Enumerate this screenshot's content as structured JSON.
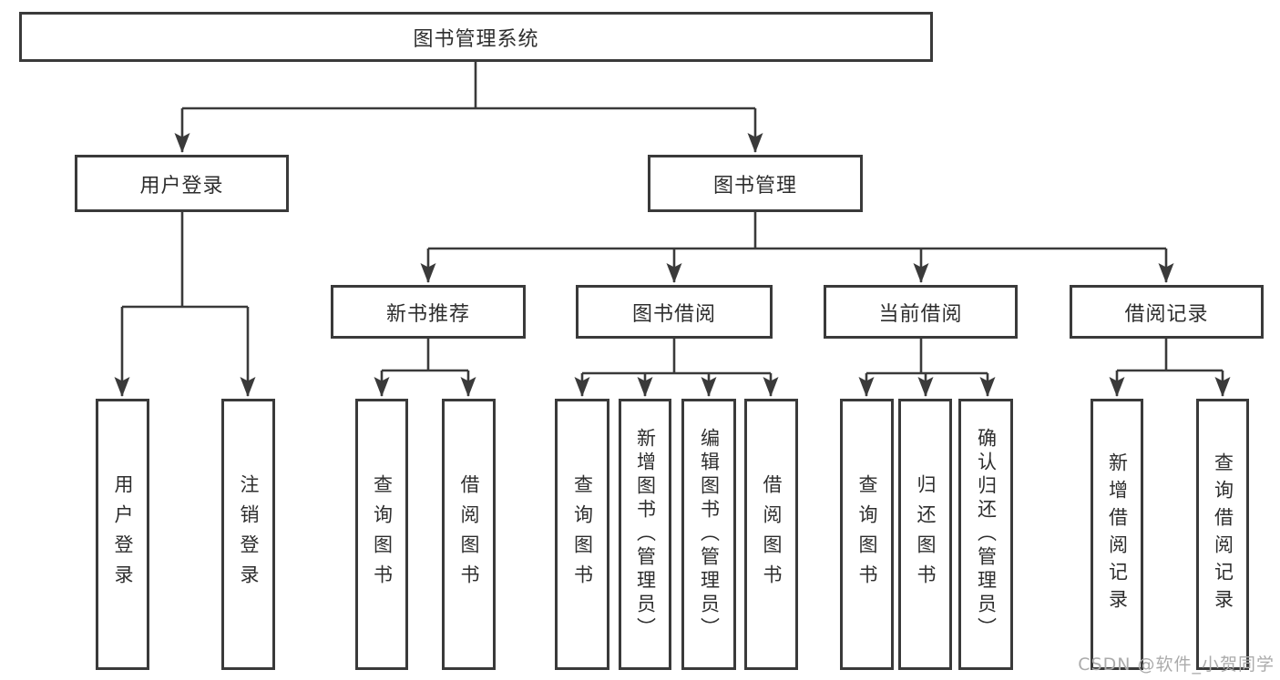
{
  "diagram": {
    "type": "hierarchy-tree",
    "title": "图书管理系统",
    "watermark": "CSDN @软件_小贺同学",
    "colors": {
      "background": "#ffffff",
      "box_fill": "#ffffff",
      "box_border": "#3a3a3a",
      "text": "#2e2e2e",
      "connector": "#3a3a3a",
      "watermark_text": "#ababab"
    },
    "nodes": {
      "root": {
        "label": "图书管理系统"
      },
      "user_login": {
        "label": "用户登录"
      },
      "book_mgmt": {
        "label": "图书管理"
      },
      "new_book_rec": {
        "label": "新书推荐"
      },
      "book_borrow": {
        "label": "图书借阅"
      },
      "current_borrow": {
        "label": "当前借阅"
      },
      "borrow_records": {
        "label": "借阅记录"
      },
      "leaf_user_login": {
        "label": "用户登录"
      },
      "leaf_logout": {
        "label": "注销登录"
      },
      "leaf_query_books_rec": {
        "label": "查询图书"
      },
      "leaf_borrow_books_rec": {
        "label": "借阅图书"
      },
      "leaf_query_books_borrow": {
        "label": "查询图书"
      },
      "leaf_add_book_admin": {
        "label": "新增图书（管理员）"
      },
      "leaf_edit_book_admin": {
        "label": "编辑图书（管理员）"
      },
      "leaf_borrow_books_borrow": {
        "label": "借阅图书"
      },
      "leaf_query_books_current": {
        "label": "查询图书"
      },
      "leaf_return_book": {
        "label": "归还图书"
      },
      "leaf_confirm_return_admin": {
        "label": "确认归还（管理员）"
      },
      "leaf_add_borrow_record": {
        "label": "新增借阅记录"
      },
      "leaf_query_borrow_record": {
        "label": "查询借阅记录"
      }
    },
    "edges": [
      [
        "root",
        "user_login"
      ],
      [
        "root",
        "book_mgmt"
      ],
      [
        "user_login",
        "leaf_user_login"
      ],
      [
        "user_login",
        "leaf_logout"
      ],
      [
        "book_mgmt",
        "new_book_rec"
      ],
      [
        "book_mgmt",
        "book_borrow"
      ],
      [
        "book_mgmt",
        "current_borrow"
      ],
      [
        "book_mgmt",
        "borrow_records"
      ],
      [
        "new_book_rec",
        "leaf_query_books_rec"
      ],
      [
        "new_book_rec",
        "leaf_borrow_books_rec"
      ],
      [
        "book_borrow",
        "leaf_query_books_borrow"
      ],
      [
        "book_borrow",
        "leaf_add_book_admin"
      ],
      [
        "book_borrow",
        "leaf_edit_book_admin"
      ],
      [
        "book_borrow",
        "leaf_borrow_books_borrow"
      ],
      [
        "current_borrow",
        "leaf_query_books_current"
      ],
      [
        "current_borrow",
        "leaf_return_book"
      ],
      [
        "current_borrow",
        "leaf_confirm_return_admin"
      ],
      [
        "borrow_records",
        "leaf_add_borrow_record"
      ],
      [
        "borrow_records",
        "leaf_query_borrow_record"
      ]
    ]
  }
}
